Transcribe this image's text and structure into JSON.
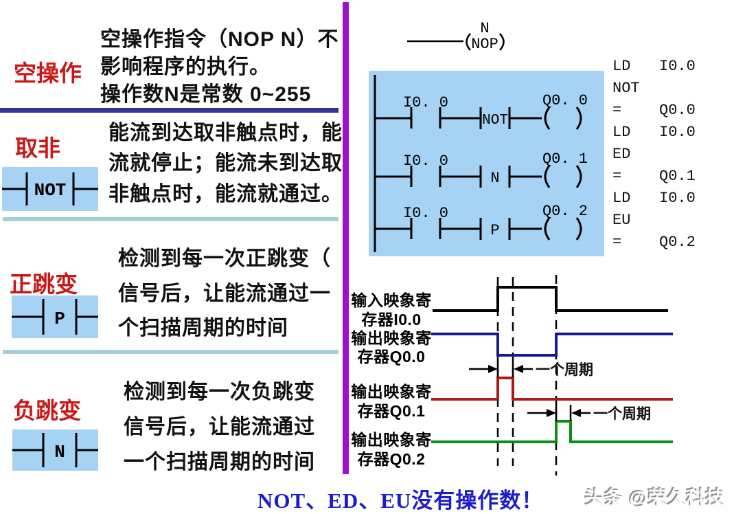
{
  "sections": [
    {
      "label": "空操作",
      "symbol": "",
      "lines": [
        "空操作指令（NOP N）不",
        "影响程序的执行。",
        "操作数N是常数 0~255"
      ]
    },
    {
      "label": "取非",
      "symbol": "NOT",
      "lines": [
        "能流到达取非触点时，能",
        "流就停止；能流未到达取",
        "非触点时，能流就通过。"
      ]
    },
    {
      "label": "正跳变",
      "symbol": "P",
      "lines": [
        "检测到每一次正跳变（",
        "信号后，让能流通过一",
        "个扫描周期的时间"
      ]
    },
    {
      "label": "负跳变",
      "symbol": "N",
      "lines": [
        "检测到每一次负跳变",
        "信号后，让能流通过",
        "一个扫描周期的时间"
      ]
    }
  ],
  "ladder": {
    "nop": {
      "operand": "N",
      "label": "NOP"
    },
    "rungs": [
      {
        "contact": "I0. 0",
        "block": "NOT",
        "coil": "Q0. 0"
      },
      {
        "contact": "I0. 0",
        "block": "N",
        "coil": "Q0. 1"
      },
      {
        "contact": "I0. 0",
        "block": "P",
        "coil": "Q0. 2"
      }
    ]
  },
  "instruction_list": [
    {
      "op": "LD",
      "operand": "I0.0"
    },
    {
      "op": "NOT",
      "operand": ""
    },
    {
      "op": "=",
      "operand": "Q0.0"
    },
    {
      "op": "LD",
      "operand": "I0.0"
    },
    {
      "op": "ED",
      "operand": ""
    },
    {
      "op": "=",
      "operand": "Q0.1"
    },
    {
      "op": "LD",
      "operand": "I0.0"
    },
    {
      "op": "EU",
      "operand": ""
    },
    {
      "op": "=",
      "operand": "Q0.2"
    }
  ],
  "timing": {
    "signals": [
      {
        "line1": "输入映象寄",
        "line2": "存器I0.0",
        "color": "#000000"
      },
      {
        "line1": "输出映象寄",
        "line2": "存器Q0.0",
        "color": "#1a1a90"
      },
      {
        "line1": "输出映象寄",
        "line2": "存器Q0.1",
        "color": "#b01818"
      },
      {
        "line1": "输出映象寄",
        "line2": "存器Q0.2",
        "color": "#0a9010"
      }
    ],
    "cycle_label": "一个周期"
  },
  "footer": {
    "note": "NOT、ED、EU没有操作数！",
    "watermark": "头条 @荣久科技"
  },
  "colors": {
    "highlight_box": "#a6d2f4",
    "divider_purple": "#9b12c9",
    "separator_dark": "#333399",
    "separator_light": "#a5cfd2",
    "label_red": "#cc1616",
    "note_blue": "#1c1ccc"
  }
}
